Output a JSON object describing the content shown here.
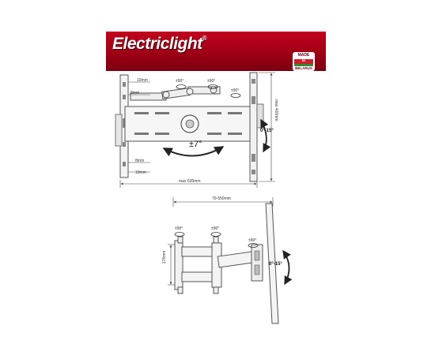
{
  "header": {
    "brand": "Electriclight",
    "brand_mark": "®",
    "badge": {
      "line1": "MADE",
      "line2": "IN",
      "line3": "BELARUS"
    },
    "colors": {
      "banner": "#9e0015",
      "badge_red": "#cf1f2b",
      "badge_green": "#2e8b3a"
    }
  },
  "diagram_front": {
    "dim_10mm_top": "10mm",
    "dim_8mm_top": "8mm",
    "dim_8mm_bottom": "8mm",
    "dim_10mm_bottom": "10mm",
    "tilt_left": "±90°",
    "tilt_mid": "±90°",
    "tilt_right": "±90°",
    "rotation": "±7°",
    "width": "max 635mm",
    "height": "max 400mm",
    "tilt_range": "0°-15°"
  },
  "diagram_side": {
    "extension": "70-550mm",
    "arm_height": "176mm",
    "swivel_left": "±90°",
    "swivel_mid": "±90°",
    "swivel_right": "±90°",
    "tilt_range": "0°-15°"
  }
}
